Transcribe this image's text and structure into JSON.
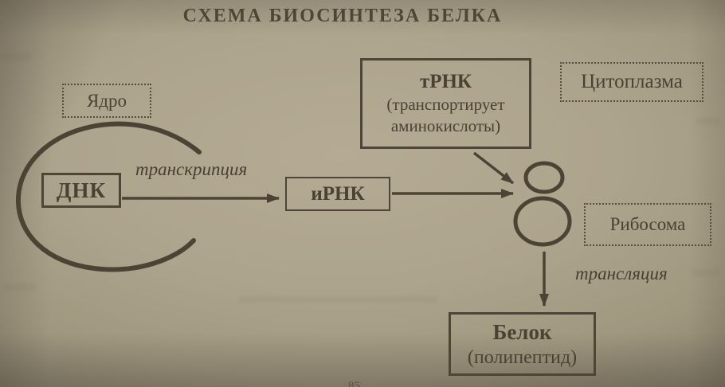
{
  "title": "СХЕМА БИОСИНТЕЗА БЕЛКА",
  "colors": {
    "ink": "#4c4335",
    "paper_center": "#b5ab94",
    "paper_edge": "#6e6756"
  },
  "regions": {
    "nucleus_label": "Ядро",
    "cytoplasm_label": "Цитоплазма",
    "ribosome_label": "Рибосома"
  },
  "nodes": {
    "dna": "ДНК",
    "mrna": "иРНК",
    "trna_title": "тРНК",
    "trna_line2": "(транспортирует",
    "trna_line3": "аминокислоты)",
    "protein_title": "Белок",
    "protein_line2": "(полипептид)"
  },
  "processes": {
    "transcription": "транскрипция",
    "translation": "трансляция"
  },
  "page_number": "85",
  "shapes": {
    "nucleus_membrane": "open-ellipse",
    "ribosome": "two-circles"
  }
}
